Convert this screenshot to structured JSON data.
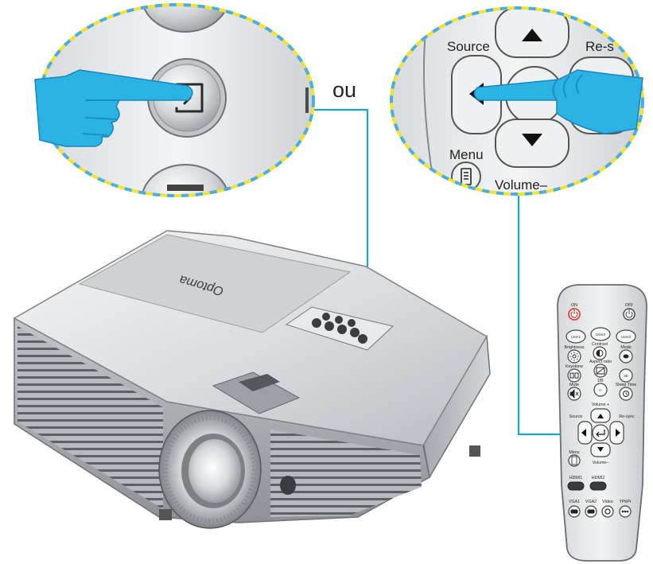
{
  "connector_word": "ou",
  "projector": {
    "brand": "Optoma"
  },
  "zoom_remote": {
    "source_label": "Source",
    "resync_label": "Re-s",
    "menu_label": "Menu",
    "volume_label": "Volume–"
  },
  "remote": {
    "on": "ON",
    "off": "OFF",
    "user1": "User1",
    "user2": "User2",
    "user3": "User3",
    "brightness": "Brightness",
    "contrast": "Contrast",
    "mode": "Mode",
    "keystone": "Keystone",
    "aspect_ratio": "Aspect ratio",
    "three_d": "3D",
    "mute": "Mute",
    "dbi": "DB",
    "sleep_timer": "Sleep Time",
    "volume_plus": "Volume +",
    "source": "Source",
    "resync": "Re-sync",
    "menu": "Menu",
    "volume_minus": "Volume–",
    "hdmi1": "HDMI1",
    "hdmi2": "HDMI2",
    "vga1": "VGA1",
    "vga2": "VGA2",
    "video": "Video",
    "ypbpr": "YPbPr"
  },
  "colors": {
    "connector": "#19a7da",
    "hand": "#2bb3e6",
    "zoom_border_yellow": "#f2e233",
    "zoom_border_blue": "#4aaee0",
    "power_red": "#d93232"
  }
}
